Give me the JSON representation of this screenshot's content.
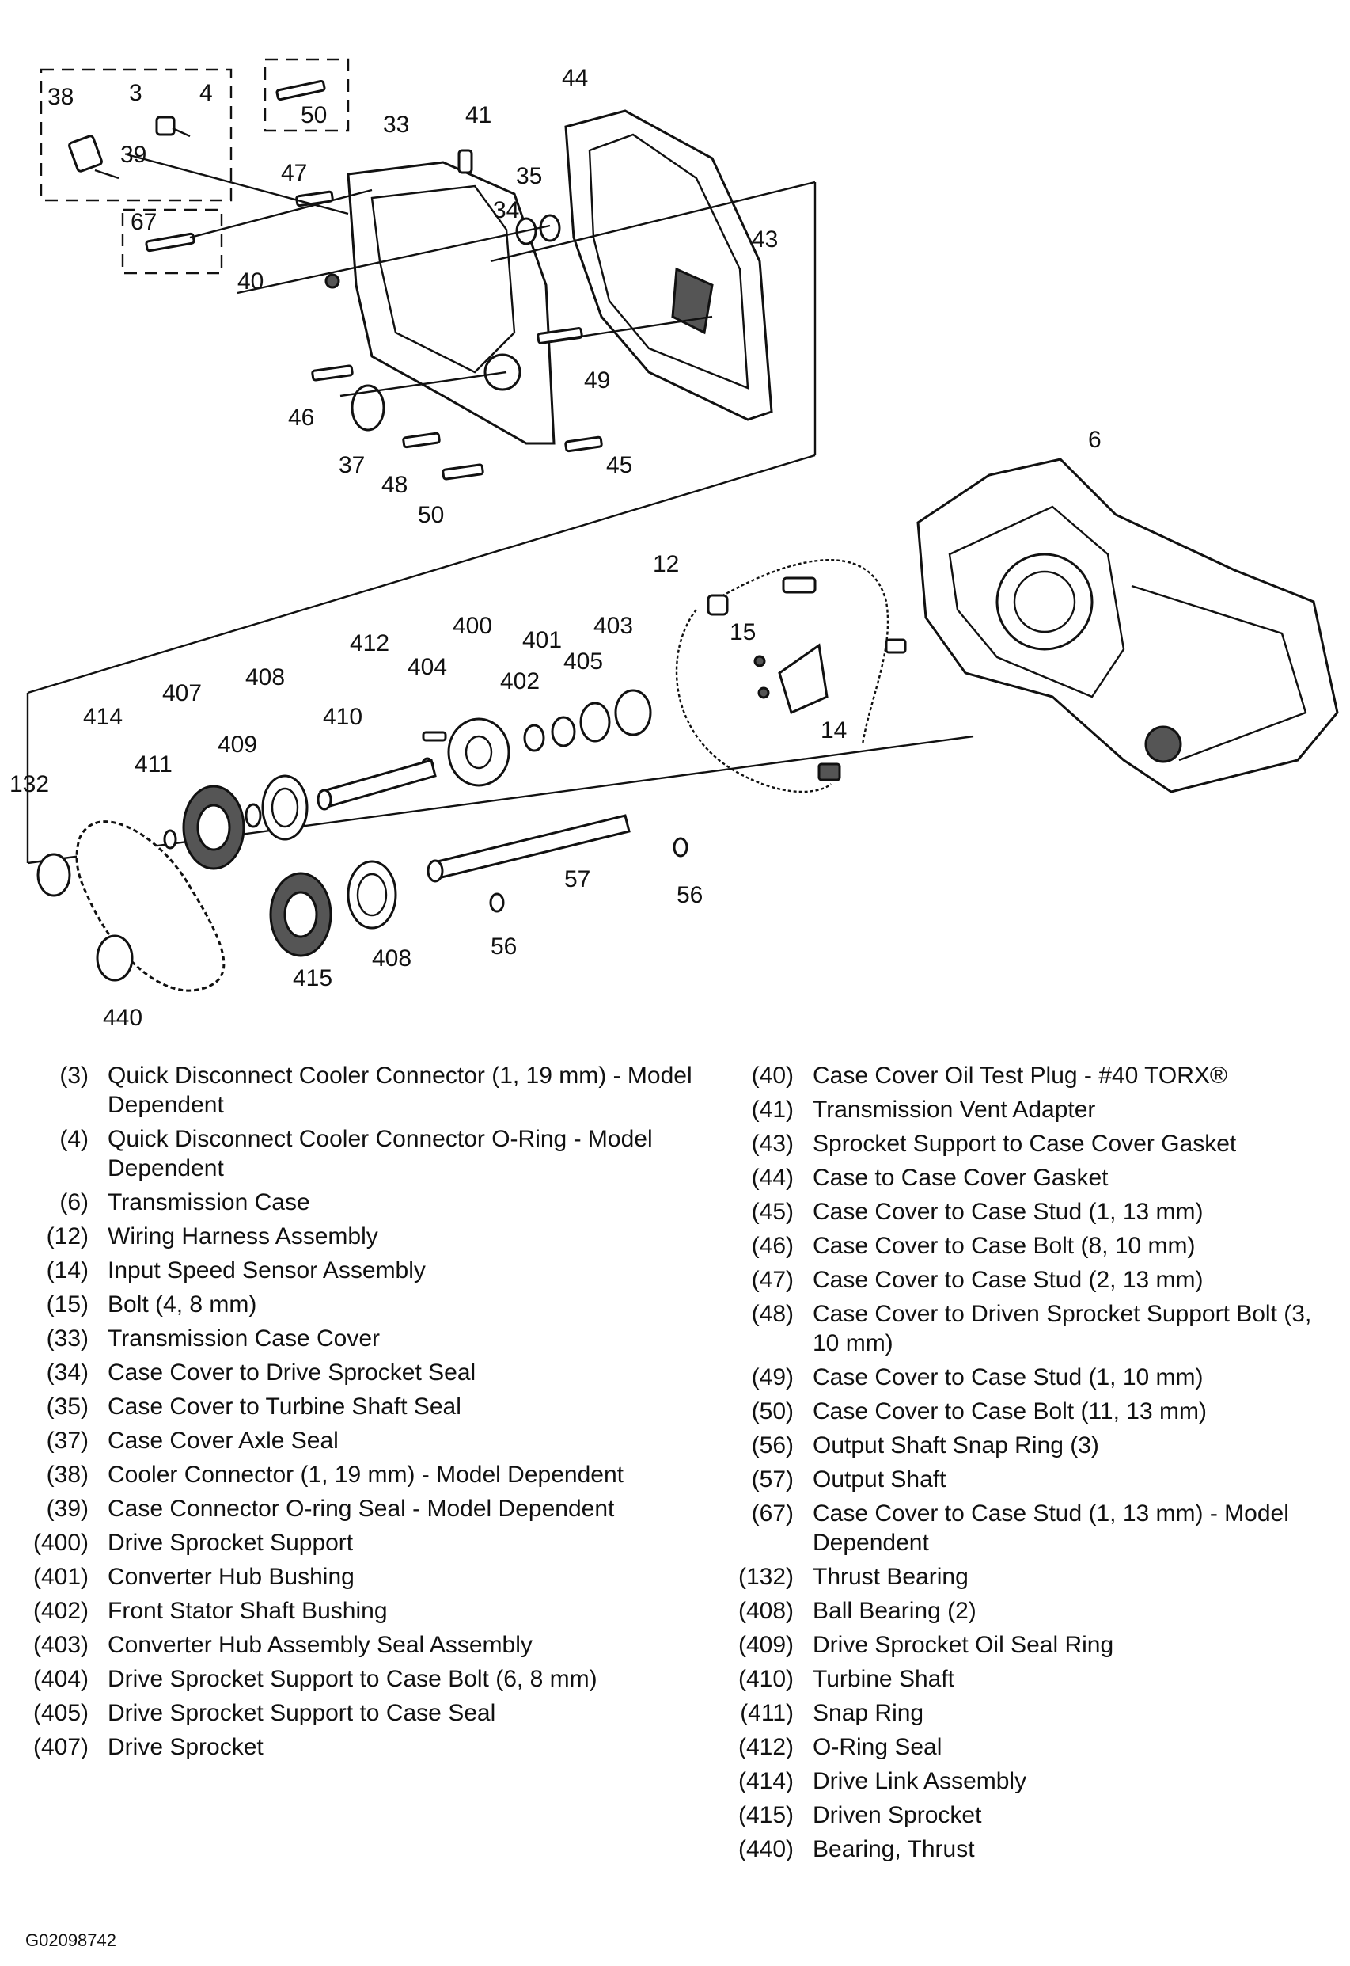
{
  "callouts": [
    "38",
    "3",
    "4",
    "39",
    "50",
    "67",
    "47",
    "33",
    "41",
    "44",
    "35",
    "34",
    "43",
    "40",
    "49",
    "46",
    "37",
    "48",
    "45",
    "50",
    "6",
    "12",
    "15",
    "14",
    "403",
    "400",
    "401",
    "405",
    "402",
    "404",
    "412",
    "408",
    "407",
    "410",
    "414",
    "409",
    "411",
    "132",
    "57",
    "56",
    "56",
    "408",
    "415",
    "440"
  ],
  "legend_left": [
    {
      "num": "(3)",
      "text": "Quick Disconnect Cooler Connector (1, 19 mm) - Model Dependent"
    },
    {
      "num": "(4)",
      "text": "Quick Disconnect Cooler Connector O-Ring - Model Dependent"
    },
    {
      "num": "(6)",
      "text": "Transmission Case"
    },
    {
      "num": "(12)",
      "text": "Wiring Harness Assembly"
    },
    {
      "num": "(14)",
      "text": "Input Speed Sensor Assembly"
    },
    {
      "num": "(15)",
      "text": "Bolt (4, 8 mm)"
    },
    {
      "num": "(33)",
      "text": "Transmission Case Cover"
    },
    {
      "num": "(34)",
      "text": "Case Cover to Drive Sprocket Seal"
    },
    {
      "num": "(35)",
      "text": "Case Cover to Turbine Shaft Seal"
    },
    {
      "num": "(37)",
      "text": "Case Cover Axle Seal"
    },
    {
      "num": "(38)",
      "text": "Cooler Connector (1, 19 mm) - Model Dependent"
    },
    {
      "num": "(39)",
      "text": "Case Connector O-ring Seal - Model Dependent"
    },
    {
      "num": "(400)",
      "text": "Drive Sprocket Support"
    },
    {
      "num": "(401)",
      "text": "Converter Hub Bushing"
    },
    {
      "num": "(402)",
      "text": "Front Stator Shaft Bushing"
    },
    {
      "num": "(403)",
      "text": "Converter Hub Assembly Seal Assembly"
    },
    {
      "num": "(404)",
      "text": "Drive Sprocket Support to Case Bolt (6, 8 mm)"
    },
    {
      "num": "(405)",
      "text": "Drive Sprocket Support to Case Seal"
    },
    {
      "num": "(407)",
      "text": "Drive Sprocket"
    }
  ],
  "legend_right": [
    {
      "num": "(40)",
      "text": "Case Cover Oil Test Plug - #40 TORX®"
    },
    {
      "num": "(41)",
      "text": "Transmission Vent Adapter"
    },
    {
      "num": "(43)",
      "text": "Sprocket Support to Case Cover Gasket"
    },
    {
      "num": "(44)",
      "text": "Case to Case Cover Gasket"
    },
    {
      "num": "(45)",
      "text": "Case Cover to Case Stud (1, 13 mm)"
    },
    {
      "num": "(46)",
      "text": "Case Cover to Case Bolt (8, 10 mm)"
    },
    {
      "num": "(47)",
      "text": "Case Cover to Case Stud (2, 13 mm)"
    },
    {
      "num": "(48)",
      "text": "Case Cover to Driven Sprocket Support Bolt (3, 10 mm)"
    },
    {
      "num": "(49)",
      "text": "Case Cover to Case Stud (1, 10 mm)"
    },
    {
      "num": "(50)",
      "text": "Case Cover to Case Bolt (11, 13 mm)"
    },
    {
      "num": "(56)",
      "text": "Output Shaft Snap Ring (3)"
    },
    {
      "num": "(57)",
      "text": "Output Shaft"
    },
    {
      "num": "(67)",
      "text": "Case Cover to Case Stud (1, 13 mm) - Model Dependent"
    },
    {
      "num": "(132)",
      "text": "Thrust Bearing"
    },
    {
      "num": "(408)",
      "text": "Ball Bearing (2)"
    },
    {
      "num": "(409)",
      "text": "Drive Sprocket Oil Seal Ring"
    },
    {
      "num": "(410)",
      "text": "Turbine Shaft"
    },
    {
      "num": "(411)",
      "text": "Snap Ring"
    },
    {
      "num": "(412)",
      "text": "O-Ring Seal"
    },
    {
      "num": "(414)",
      "text": "Drive Link Assembly"
    },
    {
      "num": "(415)",
      "text": "Driven Sprocket"
    },
    {
      "num": "(440)",
      "text": "Bearing, Thrust"
    }
  ],
  "figure_id": "G02098742"
}
